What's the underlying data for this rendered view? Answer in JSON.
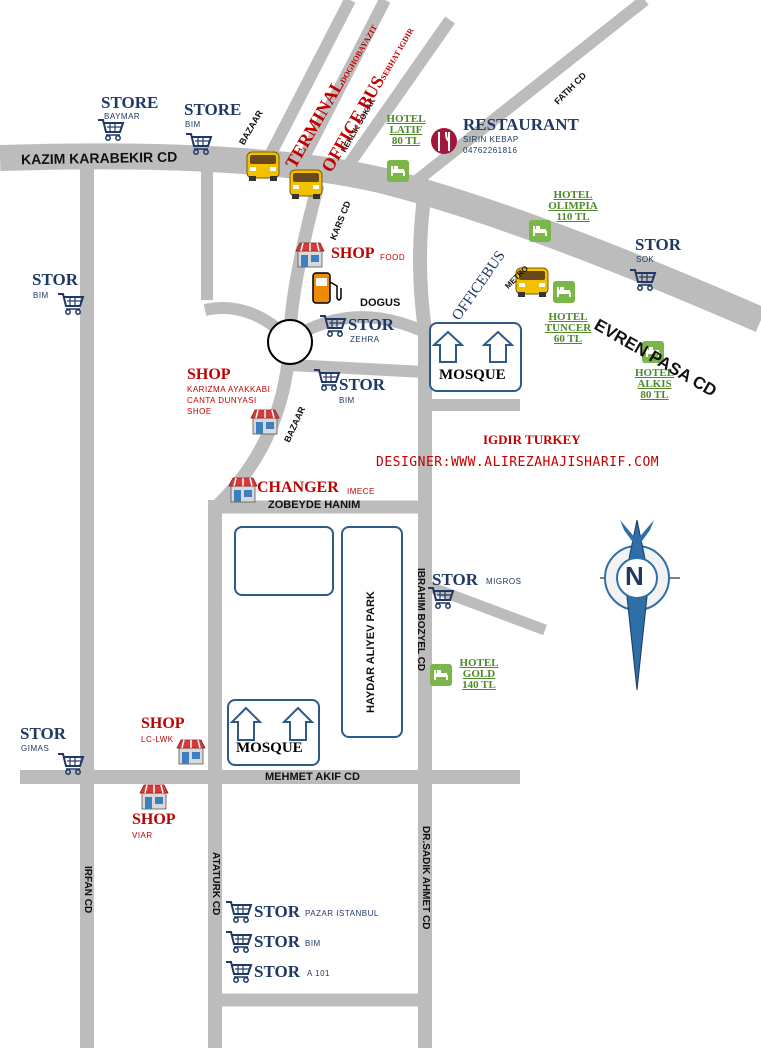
{
  "roads": {
    "kazim_karabekir": "KAZIM KARABEKIR CD",
    "evren_pasa": "EVREN PASA CD",
    "fatih": "FATIH CD",
    "bazaar_top": "BAZAAR",
    "keklik": "KEKLIK SOKAK",
    "kars": "KARS CD",
    "dogus": "DOGUS",
    "bazaar_mid": "BAZAAR",
    "zobeyde": "ZOBEYDE HANIM",
    "ibrahim": "IBRAHIM BOZYEL CD",
    "mehmet": "MEHMET AKIF CD",
    "irfan": "IRFAN CD",
    "ataturk": "ATATURK CD",
    "sadik": "DR.SADIK AHMET CD",
    "metro": "METRO"
  },
  "transport": {
    "terminal": "TERMINAL",
    "terminal_sub": "DOGHOBAYAZIT",
    "officebus": "OFFICE BUS",
    "officebus_sub": "SERHAT IGDIR",
    "officebus2": "OFFICEBUS"
  },
  "stores": {
    "baymar": {
      "label": "STORE",
      "sub": "BAYMAR"
    },
    "bim_top": {
      "label": "STORE",
      "sub": "BIM"
    },
    "bim_left": {
      "label": "STOR",
      "sub": "BIM"
    },
    "sok": {
      "label": "STOR",
      "sub": "SOK"
    },
    "zehra": {
      "label": "STOR",
      "sub": "ZEHRA"
    },
    "bim_center": {
      "label": "STOR",
      "sub": "BIM"
    },
    "migros": {
      "label": "STOR",
      "sub": "MIGROS"
    },
    "gimas": {
      "label": "STOR",
      "sub": "GIMAS"
    },
    "pazar": {
      "label": "STOR",
      "sub": "PAZAR ISTANBUL"
    },
    "bim_bottom": {
      "label": "STOR",
      "sub": "BIM"
    },
    "a101": {
      "label": "STOR",
      "sub": "A 101"
    }
  },
  "shops": {
    "food": {
      "label": "SHOP",
      "sub": "FOOD"
    },
    "karizma": {
      "label": "SHOP",
      "sub1": "KARIZMA AYAKKABI",
      "sub2": "CANTA DUNYASI",
      "sub3": "SHOE"
    },
    "changer": {
      "label": "CHANGER",
      "sub": "IMECE"
    },
    "lcw": {
      "label": "SHOP",
      "sub": "LC-LWK"
    },
    "viar": {
      "label": "SHOP",
      "sub": "VIAR"
    }
  },
  "restaurant": {
    "label": "RESTAURANT",
    "name": "SIRIN KEBAP",
    "phone": "04762261816"
  },
  "hotels": {
    "latif": {
      "name": "HOTEL",
      "name2": "LATIF",
      "price": "80 TL"
    },
    "olimpia": {
      "name": "HOTEL",
      "name2": "OLIMPIA",
      "price": "110 TL"
    },
    "tuncer": {
      "name": "HOTEL",
      "name2": "TUNCER",
      "price": "60 TL"
    },
    "alkis": {
      "name": "HOTEL",
      "name2": "ALKIS",
      "price": "80 TL"
    },
    "gold": {
      "name": "HOTEL",
      "name2": "GOLD",
      "price": "140 TL"
    }
  },
  "mosques": {
    "top": "MOSQUE",
    "bottom": "MOSQUE"
  },
  "park": "HAYDAR ALIYEV PARK",
  "title": "IGDIR TURKEY",
  "designer": "DESIGNER:WWW.ALIREZAHAJISHARIF.COM",
  "compass": "N",
  "colors": {
    "road": "#bcbcbc",
    "store": "#1f3864",
    "shop": "#c00000",
    "hotel": "#4e8a2a",
    "park_stroke": "#2e5a8a",
    "compass_blue": "#2f6fa8"
  }
}
